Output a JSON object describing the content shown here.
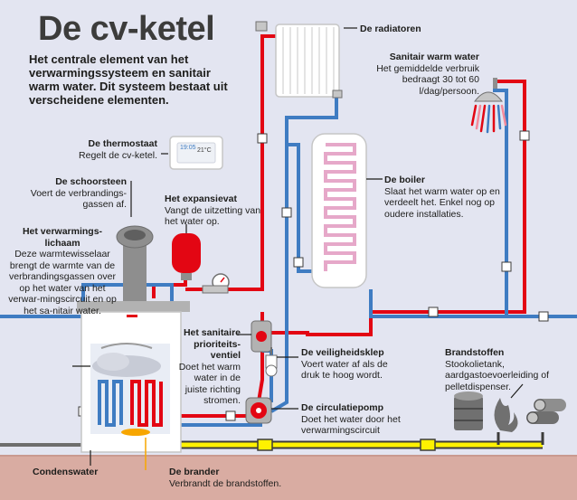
{
  "header": {
    "title": "De cv-ketel",
    "subtitle": "Het centrale element van het verwarmingssysteem en sanitair warm water. Dit systeem bestaat uit verscheidene elementen."
  },
  "labels": {
    "radiatoren": {
      "title": "De radiatoren"
    },
    "sanitair_warm_water": {
      "title": "Sanitair warm water",
      "text": "Het gemiddelde verbruik bedraagt 30 tot 60 l/dag/persoon."
    },
    "thermostaat": {
      "title": "De thermostaat",
      "text": "Regelt de cv-ketel."
    },
    "boiler": {
      "title": "De boiler",
      "text": "Slaat het warm water op en verdeelt het. Enkel nog op oudere installaties."
    },
    "schoorsteen": {
      "title": "De schoorsteen",
      "text": "Voert de verbrandings-gassen af."
    },
    "expansievat": {
      "title": "Het expansievat",
      "text": "Vangt de uitzetting van het water op."
    },
    "verwarmingslichaam": {
      "title": "Het verwarmings-lichaam",
      "text": "Deze warmtewisselaar brengt de warmte van de verbrandingsgassen over op het water van het verwar-mingscircuit en op het sa-nitair water."
    },
    "prioriteitsventiel": {
      "title": "Het sanitaire prioriteits-ventiel",
      "text": "Doet het warm water in de juiste richting stromen."
    },
    "veiligheidsklep": {
      "title": "De veiligheidsklep",
      "text": "Voert water af als de druk te hoog wordt."
    },
    "brandstoffen": {
      "title": "Brandstoffen",
      "text": "Stookolietank, aardgastoevoerleiding of pelletdispenser."
    },
    "circulatiepomp": {
      "title": "De circulatiepomp",
      "text": "Doet het water door het verwarmingscircuit"
    },
    "condenswater": {
      "title": "Condenswater"
    },
    "brander": {
      "title": "De brander",
      "text": "Verbrandt de brandstoffen."
    }
  },
  "thermostat_display": {
    "left": "19:05",
    "right": "21°C"
  },
  "colors": {
    "background": "#e3e5f1",
    "hot_pipe": "#e30613",
    "cold_pipe": "#3f7cc2",
    "fuel_pipe": "#fff200",
    "ground": "#d9aca2",
    "boiler_body": "#ffffff",
    "chimney": "#8e8e8e"
  }
}
